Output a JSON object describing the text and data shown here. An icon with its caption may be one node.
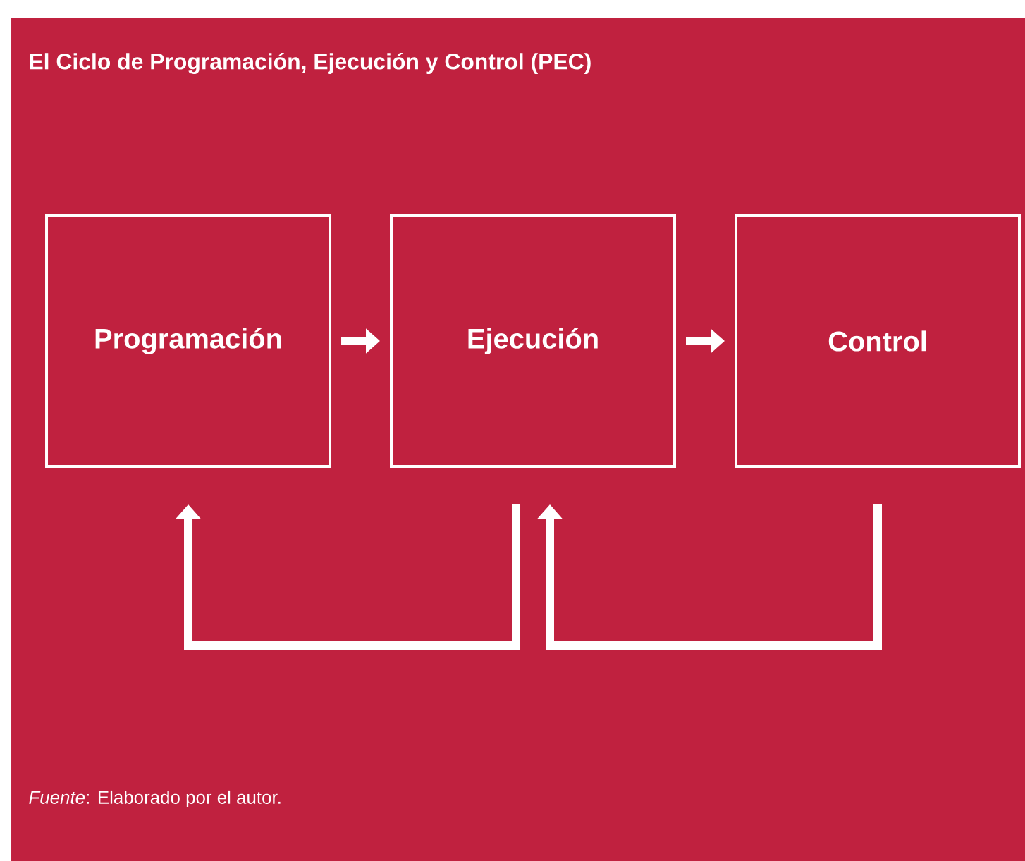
{
  "diagram": {
    "title": "El Ciclo de Programación, Ejecución y Control (PEC)",
    "nodes": [
      {
        "text": [
          "Programación"
        ]
      },
      {
        "text": [
          "Ejecución"
        ]
      },
      {
        "text": [
          "Control"
        ]
      }
    ],
    "edges": [
      {
        "from": 0,
        "to": 1,
        "arrow": "to"
      },
      {
        "from": 1,
        "to": 2,
        "arrow": "to"
      },
      {
        "from": 2,
        "to": 1,
        "arrow": "to"
      },
      {
        "from": 1,
        "to": 0,
        "arrow": "to"
      }
    ],
    "labels": [
      "*Fuente*: Elaborado por el autor."
    ]
  }
}
